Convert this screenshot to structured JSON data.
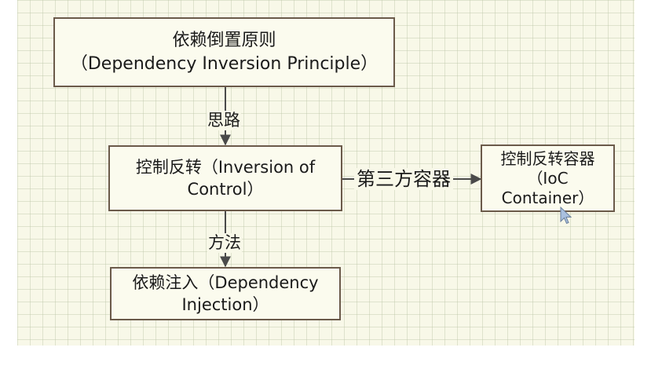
{
  "diagram": {
    "nodes": {
      "dip": {
        "text": "依赖倒置原则\n（Dependency Inversion Principle）"
      },
      "ioc": {
        "text": "控制反转（Inversion of\nControl）"
      },
      "container": {
        "text": "控制反转容器\n（IoC\nContainer）"
      },
      "di": {
        "text": "依赖注入（Dependency\nInjection）"
      }
    },
    "edges": {
      "dip_to_ioc": "思路",
      "ioc_to_container": "第三方容器",
      "ioc_to_di": "方法"
    }
  },
  "colors": {
    "border": "#6b5a4a",
    "arrow": "#4a4a4a",
    "grid_background": "#f8f8e8"
  }
}
